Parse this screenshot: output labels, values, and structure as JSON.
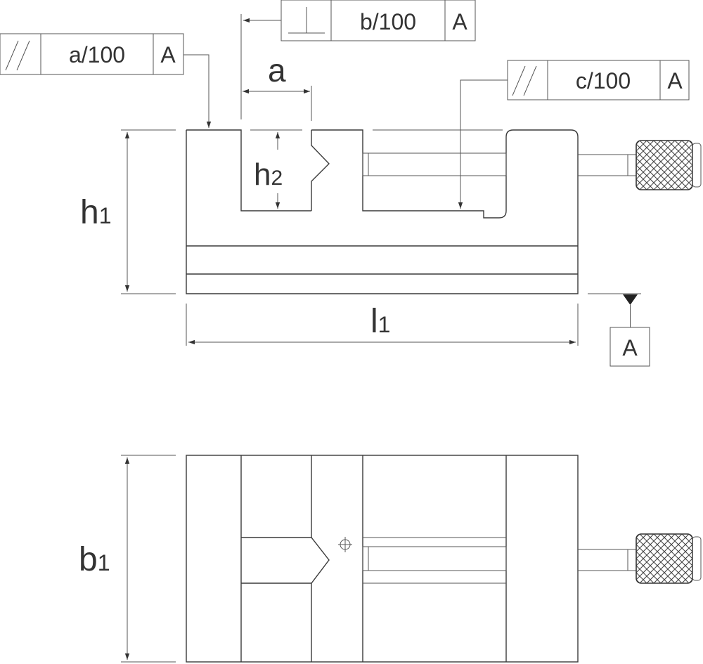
{
  "tolerances": {
    "parallel_a": {
      "value": "a/100",
      "datum": "A",
      "symbol": "parallelism-symbol"
    },
    "perpendicular_b": {
      "value": "b/100",
      "datum": "A",
      "symbol": "perpendicularity-symbol"
    },
    "parallel_c": {
      "value": "c/100",
      "datum": "A",
      "symbol": "parallelism-symbol"
    }
  },
  "datum": {
    "label": "A",
    "symbol": "datum-triangle"
  },
  "dimensions": {
    "a": "a",
    "h1": {
      "main": "h",
      "sub": "1"
    },
    "h2": {
      "main": "h",
      "sub": "2"
    },
    "l1": {
      "main": "l",
      "sub": "1"
    },
    "b1": {
      "main": "b",
      "sub": "1"
    }
  }
}
